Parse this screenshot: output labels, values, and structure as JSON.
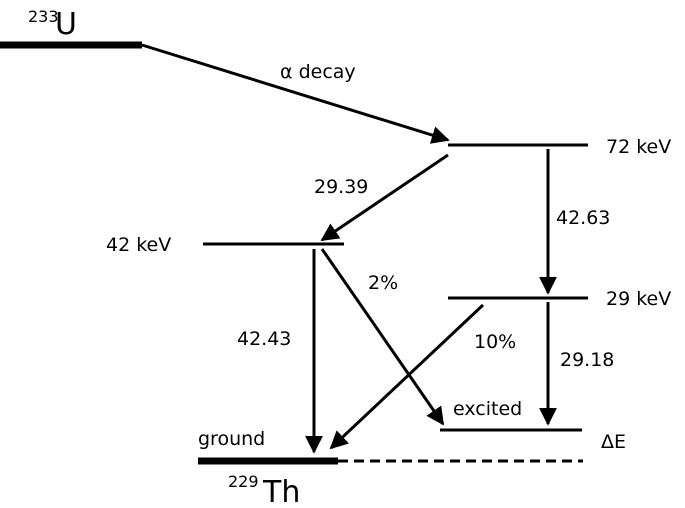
{
  "nuclei": {
    "parent": {
      "mass": "233",
      "symbol": "U"
    },
    "daughter": {
      "mass": "229",
      "symbol": "Th"
    }
  },
  "levels": {
    "level_72": "72 keV",
    "level_42": "42 keV",
    "level_29": "29 keV",
    "ground": "ground",
    "excited": "excited",
    "delta": "ΔE"
  },
  "transitions": {
    "alpha": "α decay",
    "t_72_42": "29.39",
    "t_72_29": "42.63",
    "t_42_ground": "42.43",
    "t_42_excited": "2%",
    "t_29_ground": "10%",
    "t_29_excited": "29.18"
  }
}
